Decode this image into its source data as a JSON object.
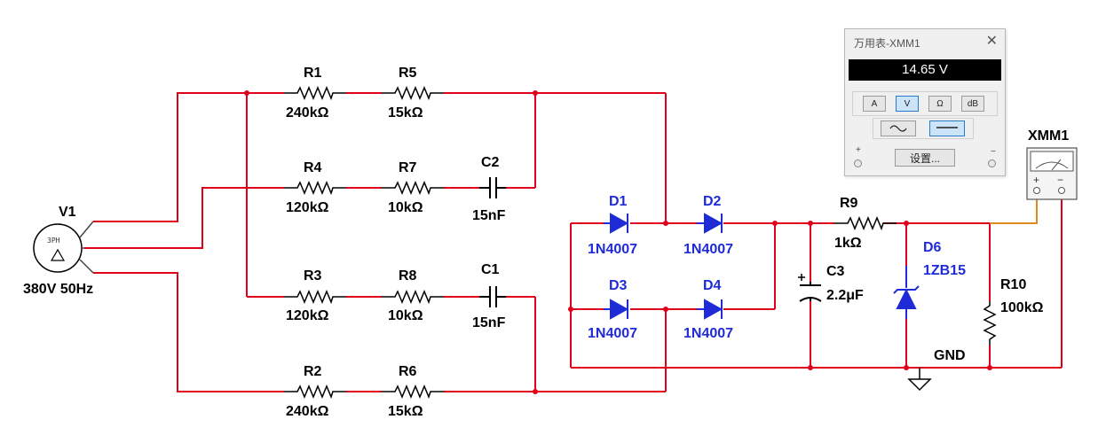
{
  "source": {
    "name": "V1",
    "phase": "3PH",
    "rating": "380V 50Hz"
  },
  "resistors": [
    {
      "name": "R1",
      "value": "240kΩ"
    },
    {
      "name": "R5",
      "value": "15kΩ"
    },
    {
      "name": "R4",
      "value": "120kΩ"
    },
    {
      "name": "R7",
      "value": "10kΩ"
    },
    {
      "name": "R3",
      "value": "120kΩ"
    },
    {
      "name": "R8",
      "value": "10kΩ"
    },
    {
      "name": "R2",
      "value": "240kΩ"
    },
    {
      "name": "R6",
      "value": "15kΩ"
    },
    {
      "name": "R9",
      "value": "1kΩ"
    },
    {
      "name": "R10",
      "value": "100kΩ"
    }
  ],
  "capacitors": [
    {
      "name": "C2",
      "value": "15nF"
    },
    {
      "name": "C1",
      "value": "15nF"
    },
    {
      "name": "C3",
      "value": "2.2μF"
    }
  ],
  "diodes": [
    {
      "name": "D1",
      "part": "1N4007"
    },
    {
      "name": "D2",
      "part": "1N4007"
    },
    {
      "name": "D3",
      "part": "1N4007"
    },
    {
      "name": "D4",
      "part": "1N4007"
    },
    {
      "name": "D6",
      "part": "1ZB15"
    }
  ],
  "ground_label": "GND",
  "multimeter_symbol": {
    "name": "XMM1",
    "plus": "+",
    "minus": "−"
  },
  "multimeter_window": {
    "title": "万用表-XMM1",
    "reading": "14.65 V",
    "modes": [
      "A",
      "V",
      "Ω",
      "dB"
    ],
    "active_mode": "V",
    "settings_label": "设置...",
    "plus": "+",
    "minus": "−"
  },
  "colors": {
    "wire": "#e0001b",
    "component": "#000000",
    "diode": "#1f2bd6",
    "meter_lead": "#e08a1e",
    "source_wire": "#444444"
  }
}
